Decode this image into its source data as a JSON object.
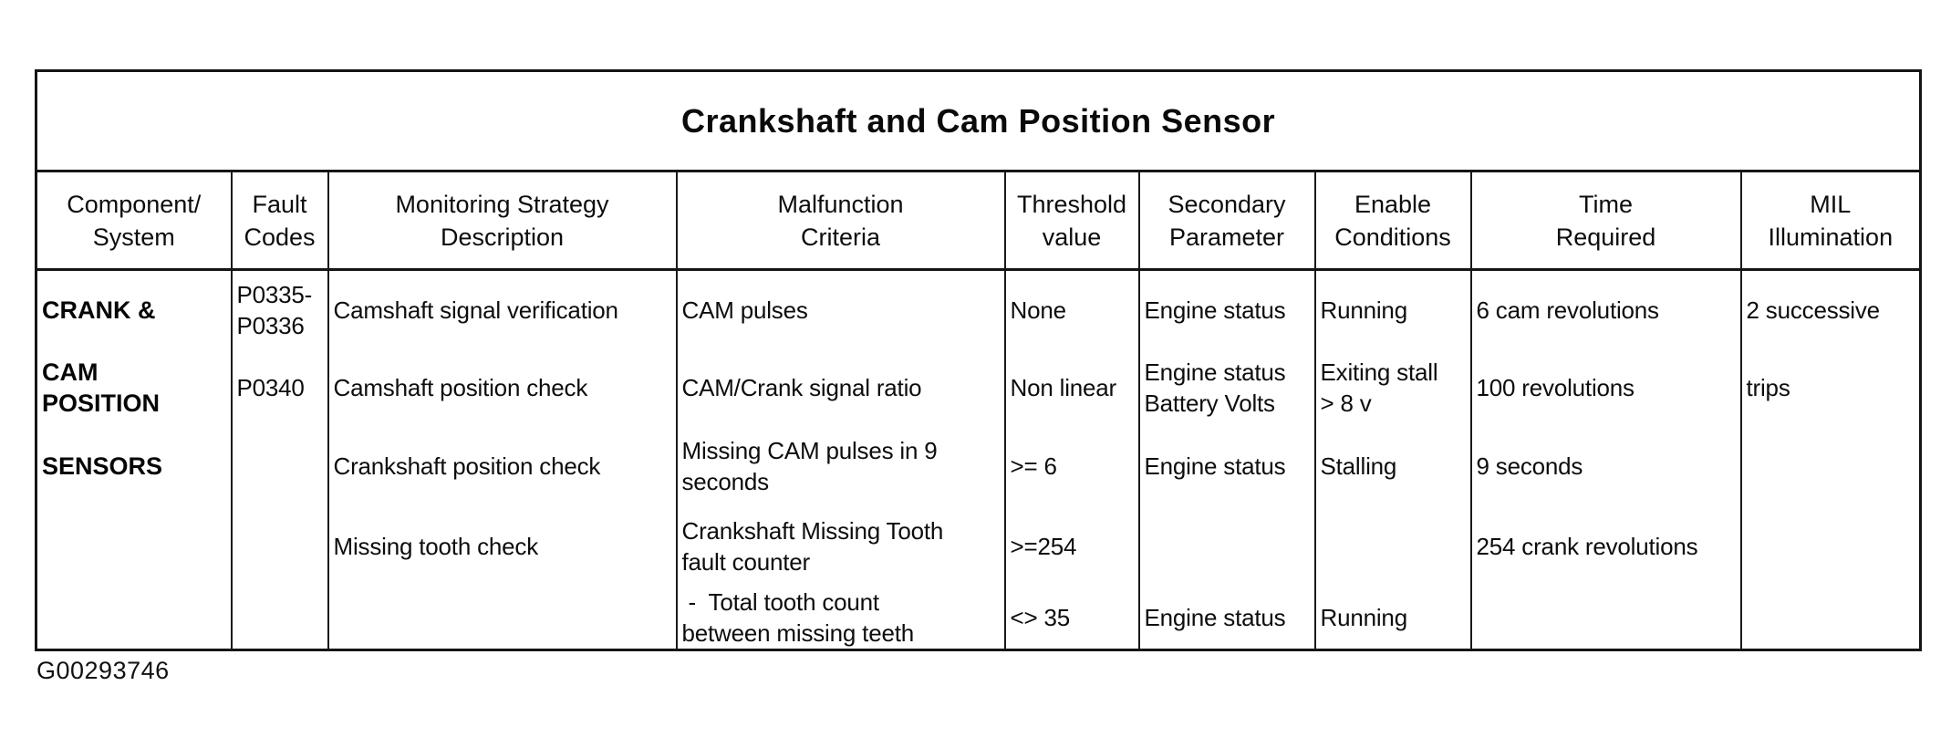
{
  "document": {
    "title": "Crankshaft and Cam Position Sensor",
    "figure_id": "G00293746"
  },
  "table": {
    "columns": [
      "Component/\nSystem",
      "Fault\nCodes",
      "Monitoring Strategy\nDescription",
      "Malfunction\nCriteria",
      "Threshold\nvalue",
      "Secondary\nParameter",
      "Enable\nConditions",
      "Time\nRequired",
      "MIL\nIllumination"
    ],
    "rows": [
      {
        "cells": [
          "CRANK &",
          "P0335-\nP0336",
          "Camshaft signal verification",
          "CAM pulses",
          "None",
          "Engine status",
          "Running",
          "6 cam revolutions",
          "2 successive"
        ]
      },
      {
        "cells": [
          "CAM\nPOSITION",
          "P0340",
          "Camshaft position check",
          "CAM/Crank signal ratio",
          "Non linear",
          "Engine status\nBattery Volts",
          "Exiting stall\n> 8 v",
          "100 revolutions",
          "trips"
        ]
      },
      {
        "cells": [
          "SENSORS",
          "",
          "Crankshaft position check",
          "Missing CAM pulses in 9\nseconds",
          ">= 6",
          "Engine status",
          "Stalling",
          "9 seconds",
          ""
        ]
      },
      {
        "cells": [
          "",
          "",
          "Missing tooth check",
          "Crankshaft Missing Tooth\nfault counter",
          ">=254",
          "",
          "",
          "254 crank revolutions",
          ""
        ]
      },
      {
        "cells": [
          "",
          "",
          "",
          " -  Total tooth count\nbetween missing teeth",
          "<> 35",
          "Engine status",
          "Running",
          "",
          ""
        ]
      }
    ]
  }
}
